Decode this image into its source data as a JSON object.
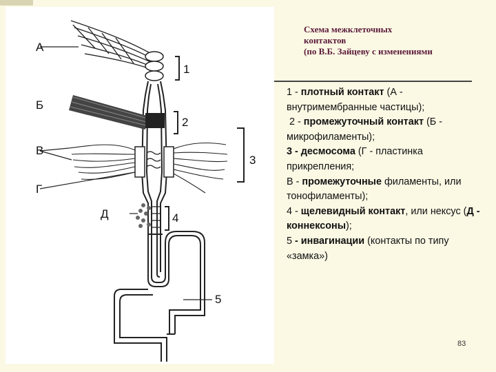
{
  "slide": {
    "title_lines": [
      "Схема межклеточных",
      "контактов",
      "(по В.Б. Зайцеву с изменениями"
    ],
    "page_number": "83",
    "items": [
      {
        "pre": "1 - ",
        "bold": "плотный контакт",
        "post": " (А - внутримембранные частицы);"
      },
      {
        "pre": " 2 - ",
        "bold": "промежуточный контакт",
        "post": " (Б - микрофиламенты);"
      },
      {
        "pre": "",
        "bold": "3 - десмосома",
        "post": " (Г - пластинка прикрепления;"
      },
      {
        "pre": "В - ",
        "bold": "промежуточные",
        "post": " филаменты, или тонофиламенты);"
      },
      {
        "pre": "4 - ",
        "bold": "щелевидный контакт",
        "post": ", или нексус (",
        "bold2": "Д - коннексоны",
        "post2": ");"
      },
      {
        "pre": "5 ",
        "bold": "- инвагинации",
        "post": " (контакты по типу «замка»)"
      }
    ]
  },
  "figure": {
    "letters": {
      "a": "А",
      "b": "Б",
      "v": "В",
      "g": "Г",
      "d": "Д"
    },
    "numbers": {
      "n1": "1",
      "n2": "2",
      "n3": "3",
      "n4": "4",
      "n5": "5"
    }
  }
}
